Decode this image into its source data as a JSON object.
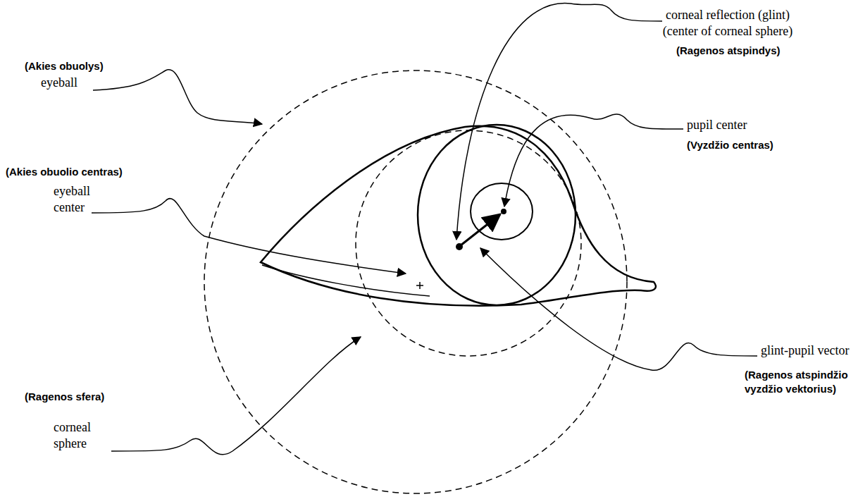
{
  "diagram": {
    "labels": [
      "corneal reflection (glint) (center of corneal sphere)",
      "(Ragenos atspindys)",
      "(Akies obuolys)",
      "eyeball",
      "pupil center",
      "(Vyzdžio centras)",
      "(Akies obuolio centras)",
      "eyeball center",
      "glint-pupil vector",
      "(Ragenos atspindžio vyzdžio vektorius)",
      "(Ragenos sfera)",
      "corneal sphere"
    ]
  }
}
